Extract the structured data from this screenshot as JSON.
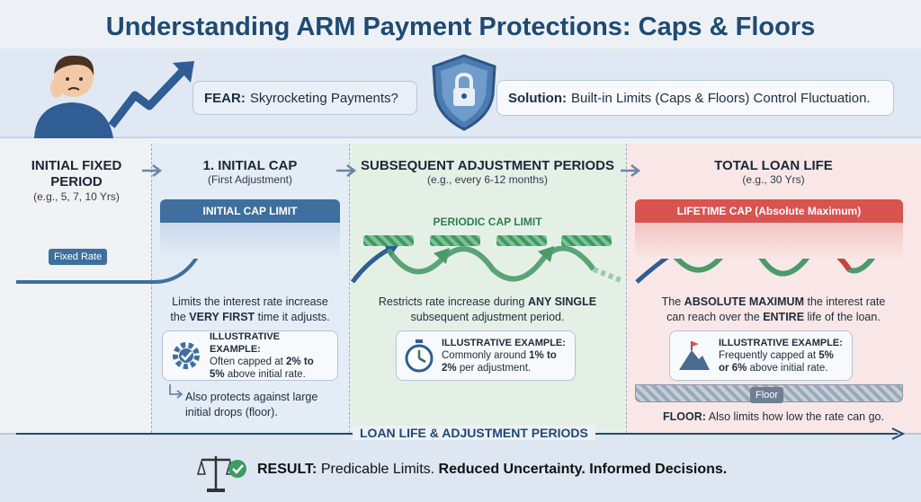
{
  "title": "Understanding ARM Payment Protections: Caps & Floors",
  "fear": {
    "label": "FEAR:",
    "text": "Skyrocketing Payments?"
  },
  "solution": {
    "label": "Solution:",
    "text": "Built-in Limits (Caps & Floors) Control Fluctuation."
  },
  "stages": [
    {
      "heading": "INITIAL FIXED PERIOD",
      "sub": "(e.g., 5, 7, 10 Yrs)",
      "badge": "Fixed Rate"
    },
    {
      "heading": "1. INITIAL CAP",
      "sub": "(First Adjustment)",
      "cap_label": "INITIAL CAP LIMIT",
      "desc_1": "Limits the interest rate increase",
      "desc_2a": "the ",
      "desc_2b": "VERY FIRST",
      "desc_2c": " time it adjusts.",
      "ex_label": "ILLUSTRATIVE EXAMPLE:",
      "ex_1": "Often capped at ",
      "ex_1b": "2% to",
      "ex_2": "5%",
      "ex_2b": " above initial rate.",
      "note": "Also protects against large initial drops (floor)."
    },
    {
      "heading": "SUBSEQUENT ADJUSTMENT PERIODS",
      "sub": "(e.g., every 6-12 months)",
      "cap_label": "PERIODIC CAP LIMIT",
      "desc_1": "Restricts rate increase during ",
      "desc_1b": "ANY SINGLE",
      "desc_2": "subsequent adjustment period.",
      "ex_label": "ILLUSTRATIVE EXAMPLE:",
      "ex_1": "Commonly around ",
      "ex_1b": "1% to",
      "ex_2": "2%",
      "ex_2b": " per adjustment."
    },
    {
      "heading": "TOTAL LOAN LIFE",
      "sub": "(e.g., 30 Yrs)",
      "cap_label": "LIFETIME CAP (Absolute Maximum)",
      "desc_1a": "The ",
      "desc_1b": "ABSOLUTE MAXIMUM",
      "desc_1c": " the interest rate",
      "desc_2a": "can reach over the ",
      "desc_2b": "ENTIRE",
      "desc_2c": " life of the loan.",
      "ex_label": "ILLUSTRATIVE EXAMPLE:",
      "ex_1": "Frequently capped at ",
      "ex_1b": "5%",
      "ex_2": "or 6%",
      "ex_2b": " above initial rate.",
      "floor_label": "Floor",
      "floor_note_b": "FLOOR:",
      "floor_note": " Also limits how low the rate can go."
    }
  ],
  "axis_label": "LOAN LIFE & ADJUSTMENT PERIODS",
  "result": {
    "label": "RESULT:",
    "t1": " Predicable Limits.",
    "t2": " Reduced Uncertainty.",
    "t3": " Informed Decisions."
  },
  "colors": {
    "title": "#1f4a73",
    "blue": "#3e6f9e",
    "green": "#3f9a62",
    "red": "#d9534f"
  }
}
